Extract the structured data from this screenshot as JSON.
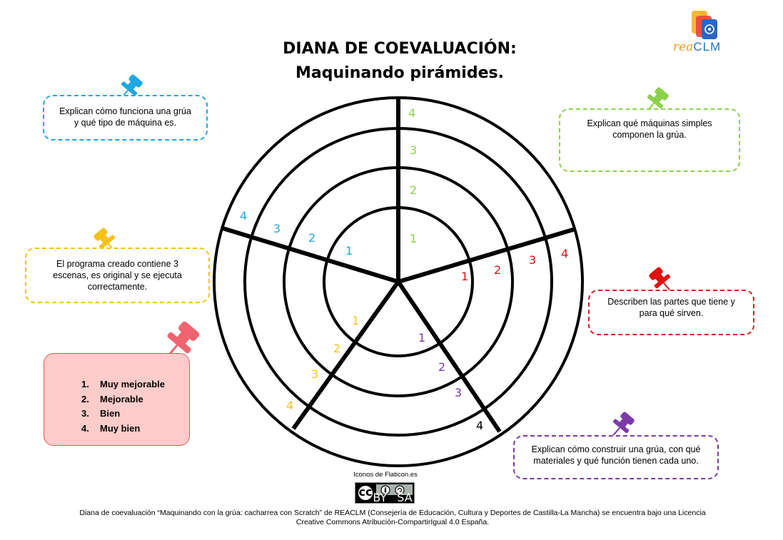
{
  "title": {
    "line1": "DIANA DE COEVALUACIÓN:",
    "line2": "Maquinando pirámides."
  },
  "criteria": {
    "blue": {
      "lines": [
        "Explican cómo funciona una grúa",
        "y qué tipo de máquina es."
      ],
      "color": "#1fa8e0"
    },
    "green": {
      "lines": [
        "Explican qué máquinas simples",
        "componen la grúa."
      ],
      "color": "#8dd14a"
    },
    "red": {
      "lines": [
        "Describen las partes que tiene y",
        "para qué sirven."
      ],
      "color": "#d32020"
    },
    "purple": {
      "lines": [
        "Explican cómo construir una grúa, con qué",
        "materiales y qué función tienen cada uno."
      ],
      "color": "#7b3aa6"
    },
    "yellow": {
      "lines": [
        "El programa creado contiene 3",
        "escenas, es original y se ejecuta",
        "correctamente."
      ],
      "color": "#f6c21a"
    }
  },
  "legend": {
    "items": [
      {
        "num": "1.",
        "label": "Muy mejorable"
      },
      {
        "num": "2.",
        "label": "Mejorable"
      },
      {
        "num": "3.",
        "label": "Bien"
      },
      {
        "num": "4.",
        "label": "Muy bien"
      }
    ]
  },
  "target": {
    "levels": [
      "1",
      "2",
      "3",
      "4"
    ],
    "ring_count": 4,
    "sector_count": 5
  },
  "logo": {
    "part1": "rea",
    "part2": "CLM"
  },
  "credits": {
    "icons": "Iconos de Flaticon.es",
    "cc": "BY SA",
    "footer_line1": "Diana de coevaluación “Maquinando con la grúa: cacharrea con Scratch” de REACLM (Consejería de Educación, Cultura y Deportes de Castilla-La Mancha) se encuentra bajo una Licencia",
    "footer_line2": "Creative Commons Atribución-CompartirIgual 4.0 España."
  },
  "colors": {
    "blue": "#1fa8e0",
    "green": "#8dd14a",
    "red": "#e01010",
    "purple": "#7b3aa6",
    "yellow": "#f6c21a",
    "black": "#000000"
  }
}
